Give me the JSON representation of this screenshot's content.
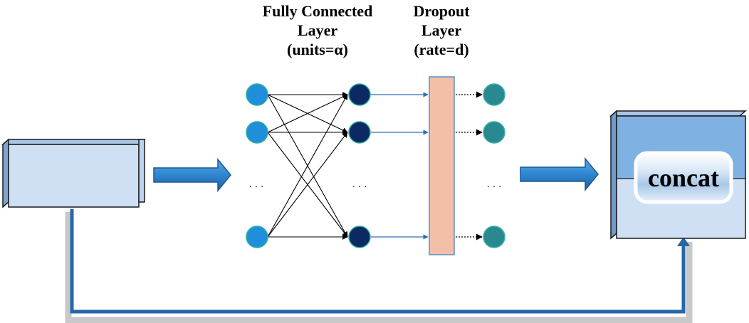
{
  "labels": {
    "fc_line1": "Fully Connected",
    "fc_line2": "Layer",
    "fc_line3": "(units=α)",
    "dropout_line1": "Dropout",
    "dropout_line2": "Layer",
    "dropout_line3": "(rate=d)",
    "concat": "concat",
    "ellipsis": "· · ·"
  },
  "colors": {
    "input_neuron": "#1f8fdc",
    "hidden_neuron": "#0b2a63",
    "output_neuron": "#2a8890",
    "dropout_bar": "#f3bfa8",
    "arrow_blue": "#2f86d0",
    "skip_line": "#2468a8",
    "skip_shadow": "#c8c8c8",
    "box_light": "#cfe0f4",
    "box_dark": "#7fb2e3"
  }
}
